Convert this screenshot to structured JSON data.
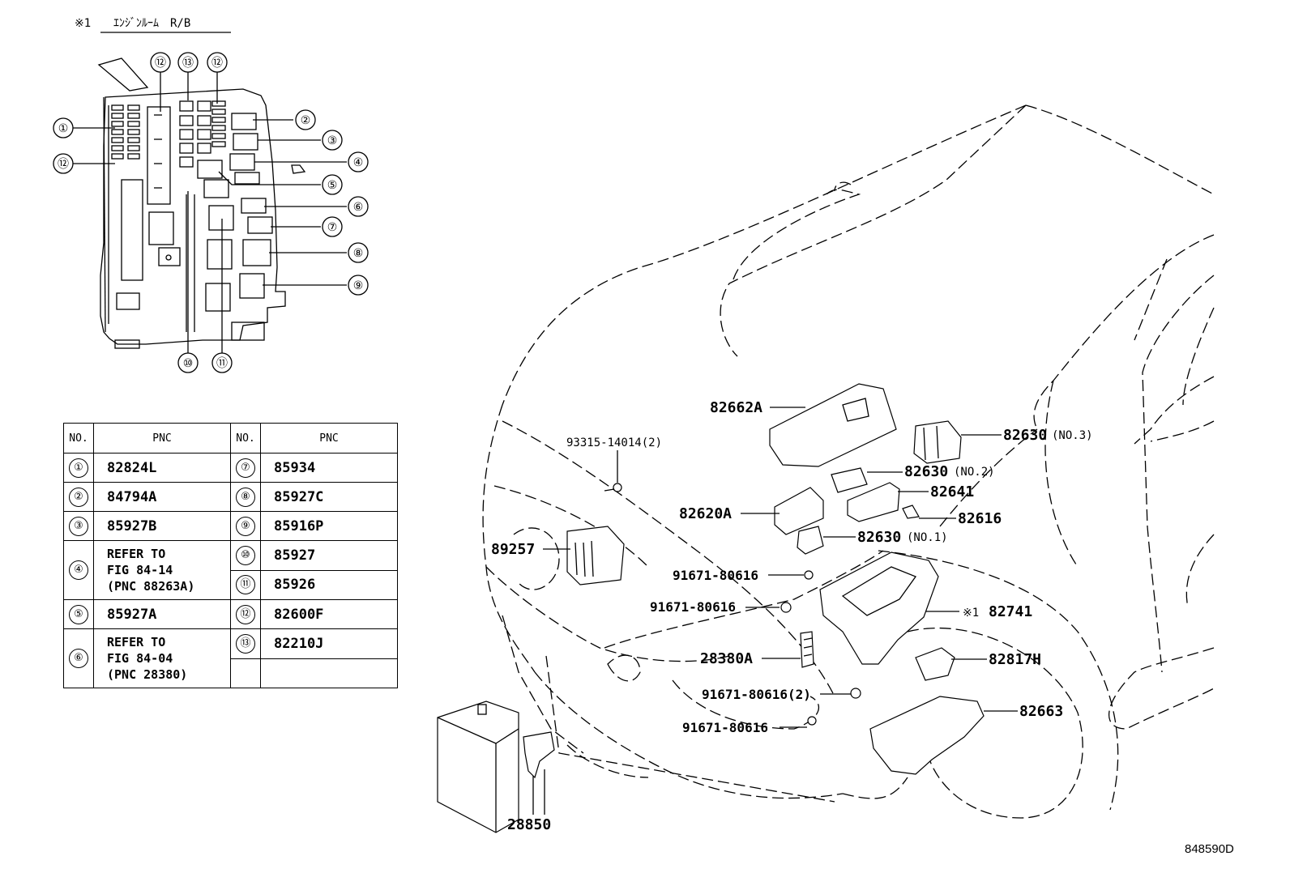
{
  "inset": {
    "marker": "※1",
    "title": "ｴﾝｼﾞﾝﾙｰﾑ　R/B",
    "callouts": [
      "①",
      "②",
      "③",
      "④",
      "⑤",
      "⑥",
      "⑦",
      "⑧",
      "⑨",
      "⑩",
      "⑪",
      "⑫",
      "⑫",
      "⑫",
      "⑬"
    ]
  },
  "table": {
    "headers": {
      "no": "NO.",
      "pnc": "PNC"
    },
    "left_rows": [
      {
        "no": "①",
        "pnc": "82824L"
      },
      {
        "no": "②",
        "pnc": "84794A"
      },
      {
        "no": "③",
        "pnc": "85927B"
      },
      {
        "no": "④",
        "pnc": "REFER TO\nFIG 84-14\n(PNC 88263A)"
      },
      {
        "no": "⑤",
        "pnc": "85927A"
      },
      {
        "no": "⑥",
        "pnc": "REFER TO\nFIG 84-04\n(PNC 28380)"
      }
    ],
    "right_rows": [
      {
        "no": "⑦",
        "pnc": "85934"
      },
      {
        "no": "⑧",
        "pnc": "85927C"
      },
      {
        "no": "⑨",
        "pnc": "85916P"
      },
      {
        "no": "⑩",
        "pnc": "85927"
      },
      {
        "no": "⑪",
        "pnc": "85926"
      },
      {
        "no": "⑫",
        "pnc": "82600F"
      },
      {
        "no": "⑬",
        "pnc": "82210J"
      }
    ]
  },
  "parts": {
    "p82662A": "82662A",
    "p93315": "93315-14014(2)",
    "p82630_3": "82630",
    "p82630_3_note": "(NO.3)",
    "p82630_2": "82630",
    "p82630_2_note": "(NO.2)",
    "p82641": "82641",
    "p82620A": "82620A",
    "p82616": "82616",
    "p89257": "89257",
    "p82630_1": "82630",
    "p82630_1_note": "(NO.1)",
    "p91671_a": "91671-80616",
    "p91671_b": "91671-80616",
    "p82741_marker": "※1",
    "p82741": "82741",
    "p28380A": "28380A",
    "p82817H": "82817H",
    "p91671_c": "91671-80616(2)",
    "p82663": "82663",
    "p91671_d": "91671-80616",
    "p28850": "28850"
  },
  "figure_code": "848590D"
}
